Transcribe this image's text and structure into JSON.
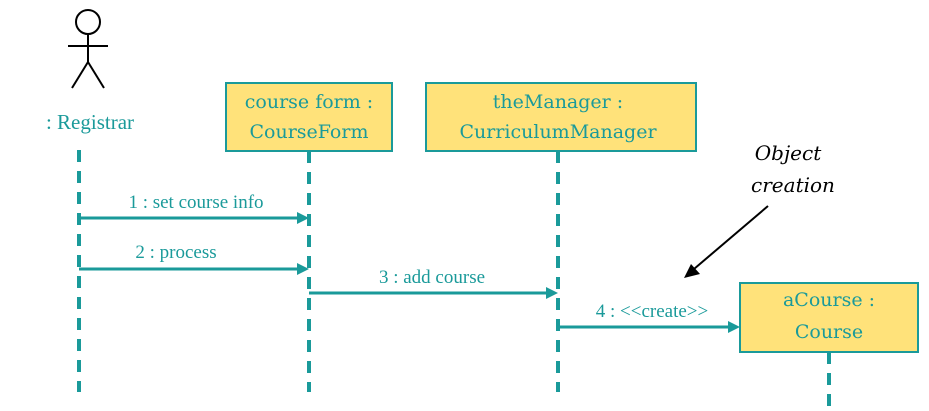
{
  "diagram": {
    "actor": {
      "label": ": Registrar"
    },
    "objects": [
      {
        "line1": "course form :",
        "line2": "CourseForm"
      },
      {
        "line1": "theManager :",
        "line2": "CurriculumManager"
      },
      {
        "line1": "aCourse :",
        "line2": "Course"
      }
    ],
    "messages": [
      {
        "label": "1 : set course info"
      },
      {
        "label": "2 : process"
      },
      {
        "label": "3 : add course"
      },
      {
        "label": "4 : <<create>>"
      }
    ],
    "note": {
      "line1": "Object",
      "line2": "creation"
    },
    "colors": {
      "lifeline": "#1a9a9a",
      "box_fill": "#ffe27a",
      "text": "#1a9a9a"
    }
  }
}
